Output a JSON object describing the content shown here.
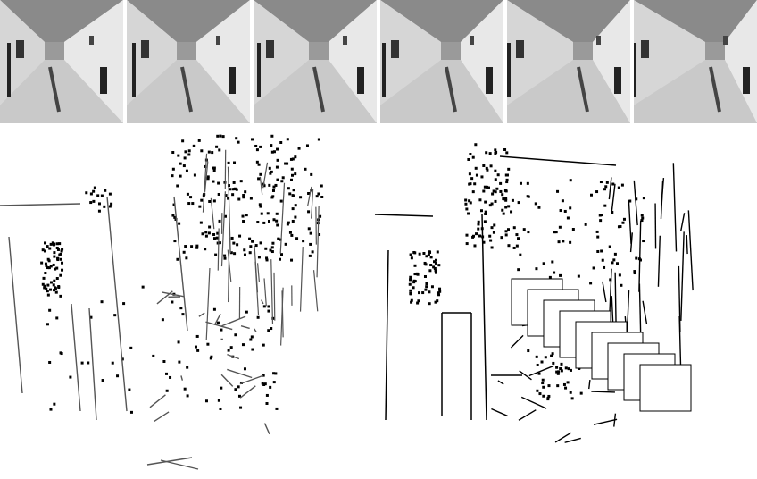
{
  "figure": {
    "frame_count": 6,
    "panels": [
      "point-line-map",
      "map-with-camera-trajectory"
    ],
    "colors": {
      "points": "#000000",
      "lines_left": "#555555",
      "lines_right": "#000000",
      "background": "#ffffff"
    }
  }
}
